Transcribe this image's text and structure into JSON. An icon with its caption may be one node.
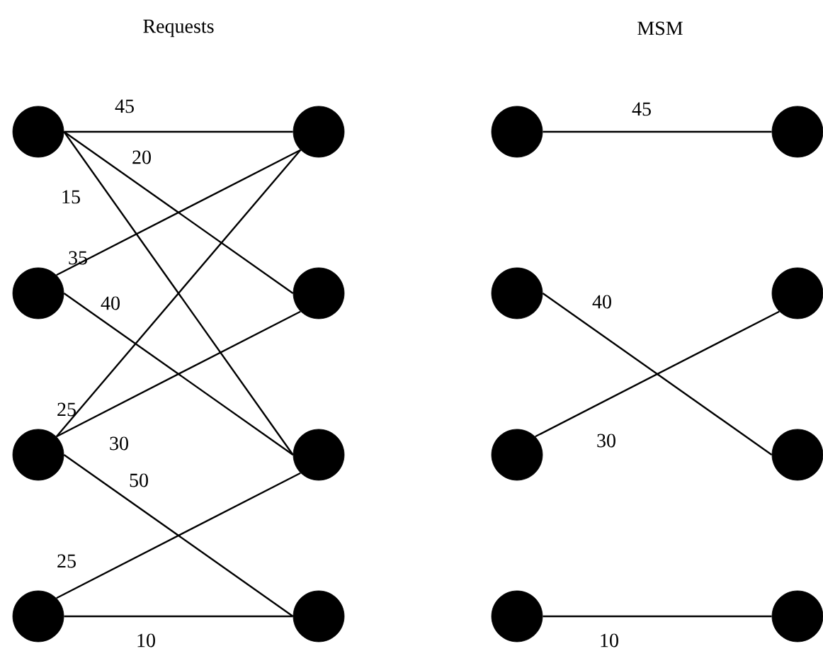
{
  "diagram": {
    "nodes": [
      {
        "text": [],
        "shape": "circle"
      },
      {
        "text": [],
        "shape": "circle"
      },
      {
        "text": [],
        "shape": "circle"
      },
      {
        "text": [],
        "shape": "circle"
      },
      {
        "text": [],
        "shape": "circle"
      },
      {
        "text": [],
        "shape": "circle"
      },
      {
        "text": [],
        "shape": "circle"
      },
      {
        "text": [],
        "shape": "circle"
      },
      {
        "text": [],
        "shape": "circle"
      },
      {
        "text": [],
        "shape": "circle"
      },
      {
        "text": [],
        "shape": "circle"
      },
      {
        "text": [],
        "shape": "circle"
      },
      {
        "text": [],
        "shape": "circle"
      },
      {
        "text": [],
        "shape": "circle"
      },
      {
        "text": [],
        "shape": "circle"
      },
      {
        "text": [],
        "shape": "circle"
      }
    ],
    "edges": [
      {
        "from": 0,
        "to": 4,
        "arrow": "none",
        "label": "45"
      },
      {
        "from": 0,
        "to": 5,
        "arrow": "none",
        "label": "20"
      },
      {
        "from": 0,
        "to": 6,
        "arrow": "none",
        "label": "15"
      },
      {
        "from": 1,
        "to": 4,
        "arrow": "none",
        "label": "35"
      },
      {
        "from": 1,
        "to": 6,
        "arrow": "none",
        "label": "40"
      },
      {
        "from": 2,
        "to": 4,
        "arrow": "none",
        "label": "25"
      },
      {
        "from": 2,
        "to": 5,
        "arrow": "none",
        "label": "30"
      },
      {
        "from": 2,
        "to": 7,
        "arrow": "none",
        "label": "50"
      },
      {
        "from": 3,
        "to": 6,
        "arrow": "none",
        "label": "25"
      },
      {
        "from": 3,
        "to": 7,
        "arrow": "none",
        "label": "10"
      },
      {
        "from": 8,
        "to": 12,
        "arrow": "none",
        "label": "45"
      },
      {
        "from": 9,
        "to": 14,
        "arrow": "none",
        "label": "40"
      },
      {
        "from": 10,
        "to": 13,
        "arrow": "none",
        "label": "30"
      },
      {
        "from": 11,
        "to": 15,
        "arrow": "none",
        "label": "10"
      }
    ],
    "labels": [
      "Requests",
      "MSM"
    ]
  }
}
